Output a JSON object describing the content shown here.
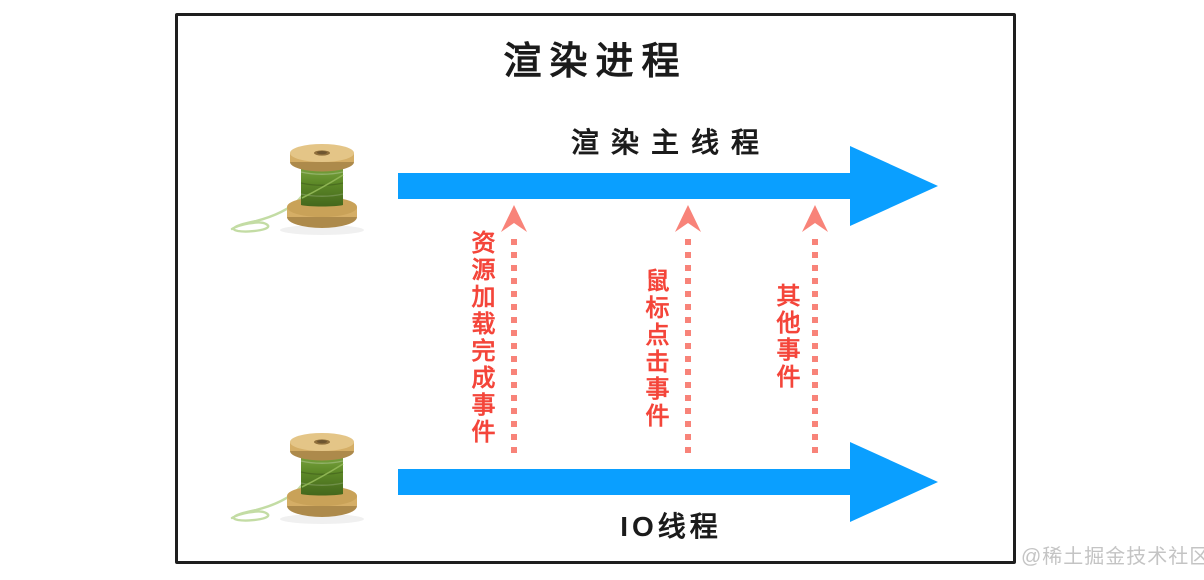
{
  "diagram": {
    "title": "渲染进程",
    "main_thread": {
      "label": "渲染主线程"
    },
    "io_thread": {
      "label": "IO线程"
    },
    "events": [
      {
        "label": "资源加载完成事件"
      },
      {
        "label": "鼠标点击事件"
      },
      {
        "label": "其他事件"
      }
    ],
    "watermark": "@稀土掘金技术社区",
    "icons": {
      "spool": "green-thread-spool"
    },
    "colors": {
      "thread_arrow_blue": "#0a9fff",
      "event_label_red": "#f4453a",
      "event_arrow_salmon": "#f88379",
      "frame_border_black": "#1e1e1e",
      "watermark_gray": "#c4c4c4",
      "spool_wood_tan": "#d5ae66",
      "spool_thread_green": "#5e8a28",
      "loose_thread_pale_green": "#c3dca4"
    }
  }
}
